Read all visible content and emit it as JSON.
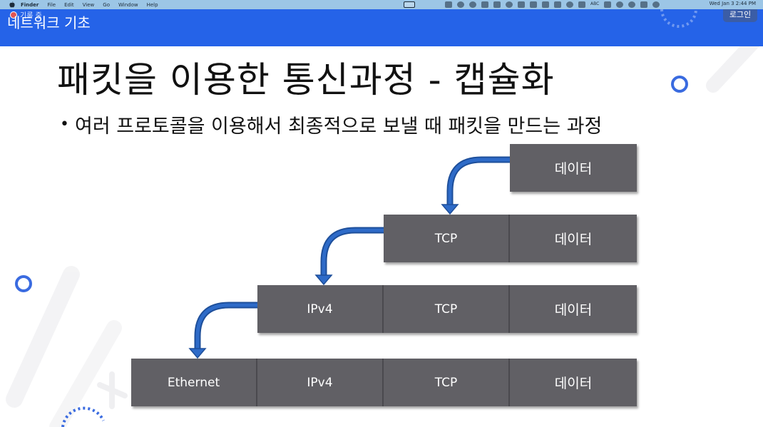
{
  "menubar": {
    "app": "Finder",
    "items": [
      "File",
      "Edit",
      "View",
      "Go",
      "Window",
      "Help"
    ],
    "keyboard": "ABC",
    "clock": "Wed Jan 3  2:44 PM"
  },
  "header": {
    "title": "네트워크 기초",
    "recording_label": "기록 중",
    "login_label": "로그인",
    "color": "#2563e8"
  },
  "slide": {
    "title": "패킷을 이용한 통신과정 - 캡슐화",
    "bullet": "여러 프로토콜을 이용해서 최종적으로 보낼 때 패킷을 만드는 과정",
    "bullet_marker": "•"
  },
  "diagram": {
    "block_color": "#616065",
    "arrow_color": "#2a5fb0",
    "rows": [
      {
        "cells": [
          "데이터"
        ]
      },
      {
        "cells": [
          "TCP",
          "데이터"
        ]
      },
      {
        "cells": [
          "IPv4",
          "TCP",
          "데이터"
        ]
      },
      {
        "cells": [
          "Ethernet",
          "IPv4",
          "TCP",
          "데이터"
        ]
      }
    ]
  }
}
